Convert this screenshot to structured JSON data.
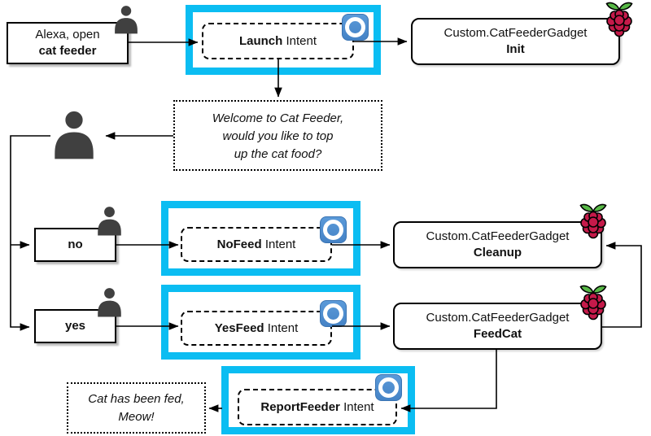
{
  "colors": {
    "highlight_cyan": "#0bbdf2",
    "alexa_blue": "#4e8fd3",
    "raspberry_red": "#c51a4a",
    "leaf_green": "#58b947",
    "person_gray": "#404040"
  },
  "icons": {
    "alexa": "alexa-skill-icon",
    "raspberry": "raspberry-pi-icon",
    "user": "user-icon"
  },
  "nodes": {
    "utterance": {
      "line1": "Alexa, open",
      "line2": "cat feeder"
    },
    "launch": {
      "name": "Launch",
      "suffix": " Intent"
    },
    "init": {
      "line1": "Custom.CatFeederGadget",
      "line2": "Init"
    },
    "welcome": {
      "line1": "Welcome to Cat Feeder,",
      "line2": "would you like to top",
      "line3": "up the cat food?"
    },
    "no": {
      "label": "no"
    },
    "yes": {
      "label": "yes"
    },
    "nofeed": {
      "name": "NoFeed",
      "suffix": " Intent"
    },
    "cleanup": {
      "line1": "Custom.CatFeederGadget",
      "line2": "Cleanup"
    },
    "yesfeed": {
      "name": "YesFeed",
      "suffix": " Intent"
    },
    "feedcat": {
      "line1": "Custom.CatFeederGadget",
      "line2": "FeedCat"
    },
    "reportfeeder": {
      "name": "ReportFeeder",
      "suffix": " Intent"
    },
    "fed": {
      "line1": "Cat has been fed,",
      "line2": "Meow!"
    }
  }
}
